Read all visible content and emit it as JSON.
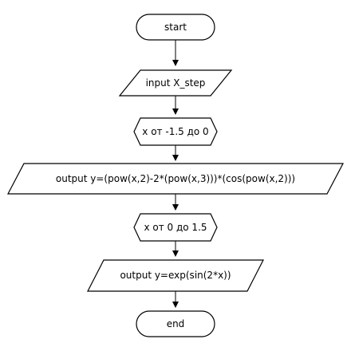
{
  "flowchart": {
    "nodes": [
      {
        "id": "start",
        "shape": "terminator",
        "label": "start"
      },
      {
        "id": "input",
        "shape": "parallelogram",
        "label": "input X_step"
      },
      {
        "id": "loop1",
        "shape": "hexagon",
        "label": "x от -1.5 до 0"
      },
      {
        "id": "out1",
        "shape": "parallelogram",
        "label": "output y=(pow(x,2)-2*(pow(x,3)))*(cos(pow(x,2)))"
      },
      {
        "id": "loop2",
        "shape": "hexagon",
        "label": "x от 0 до 1.5"
      },
      {
        "id": "out2",
        "shape": "parallelogram",
        "label": "output y=exp(sin(2*x))"
      },
      {
        "id": "end",
        "shape": "terminator",
        "label": "end"
      }
    ],
    "edges": [
      {
        "from": "start",
        "to": "input"
      },
      {
        "from": "input",
        "to": "loop1"
      },
      {
        "from": "loop1",
        "to": "out1"
      },
      {
        "from": "out1",
        "to": "loop2"
      },
      {
        "from": "loop2",
        "to": "out2"
      },
      {
        "from": "out2",
        "to": "end"
      }
    ],
    "colors": {
      "stroke": "#000000",
      "fill": "#ffffff",
      "text": "#000000"
    }
  }
}
